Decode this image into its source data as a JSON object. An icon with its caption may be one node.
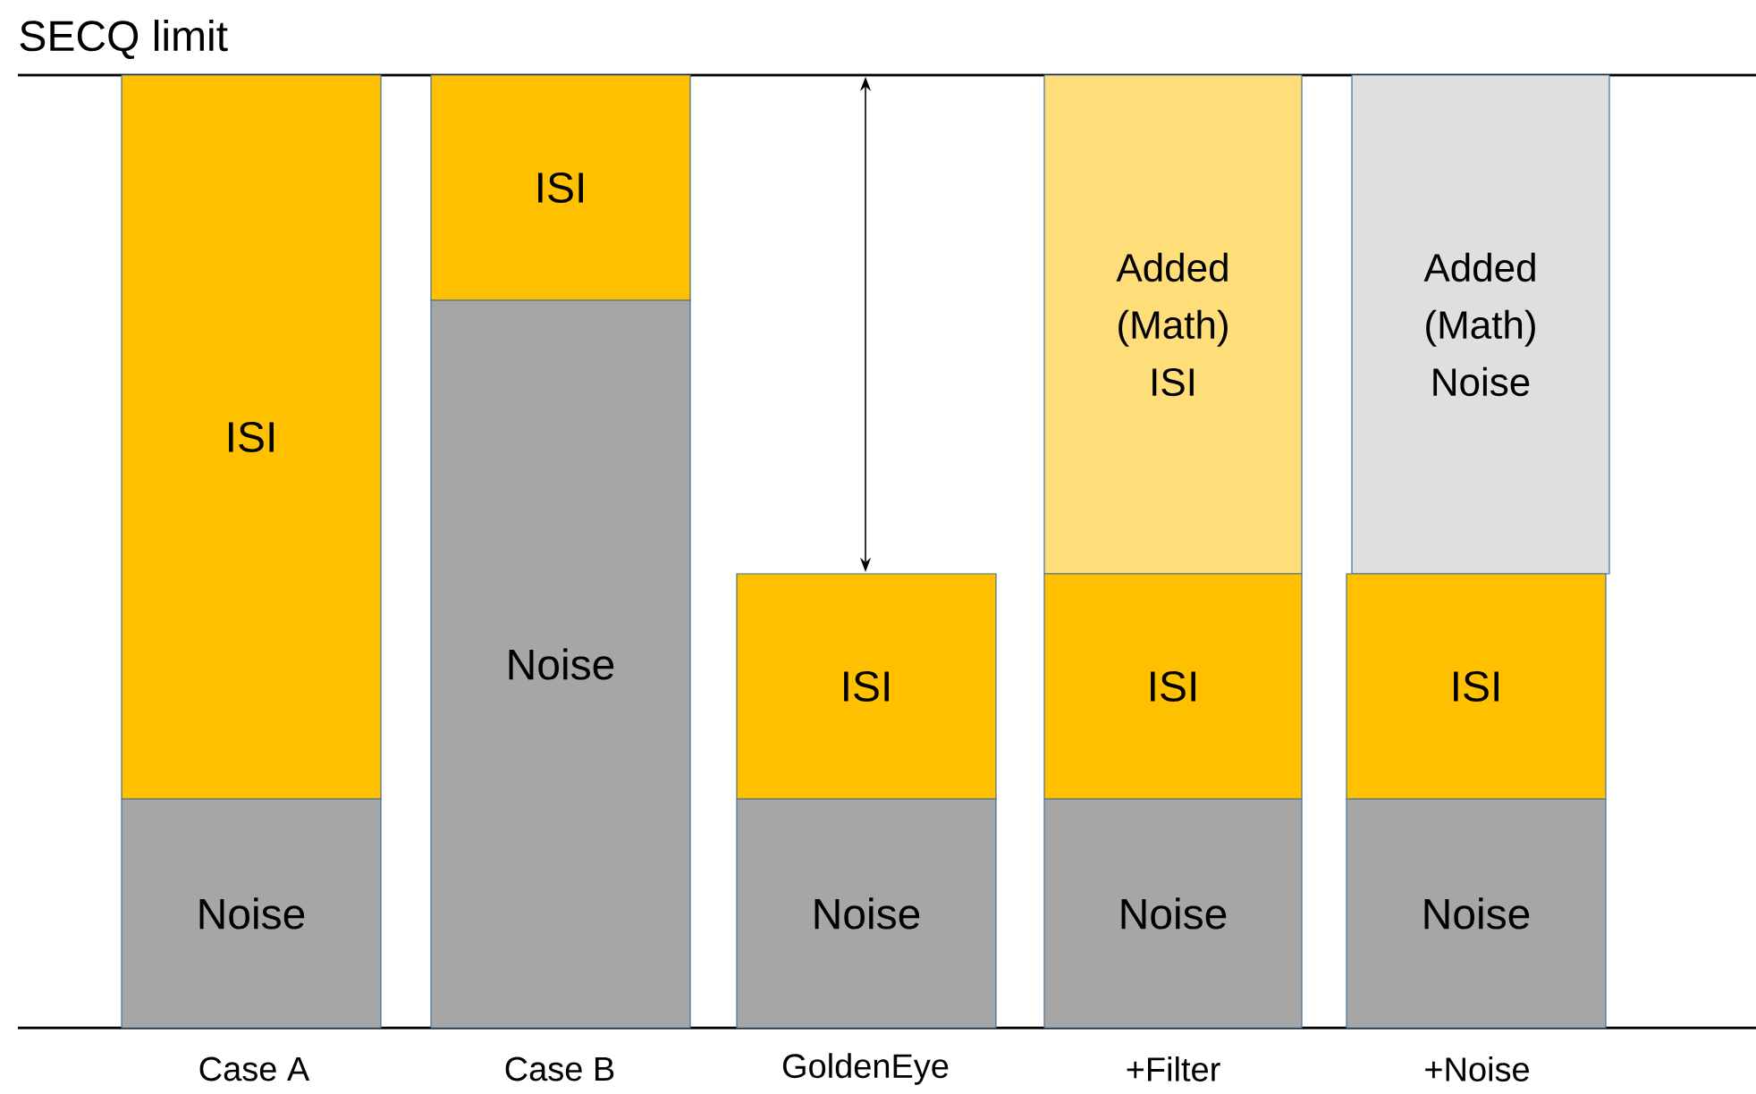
{
  "diagram": {
    "nodes": [
      {
        "text": [
          "ISI"
        ]
      },
      {
        "text": [
          "Noise"
        ]
      },
      {
        "text": [
          "ISI"
        ]
      },
      {
        "text": [
          "Noise"
        ]
      },
      {
        "text": [
          "ISI"
        ]
      },
      {
        "text": [
          "Noise"
        ]
      },
      {
        "text": [
          "Added (Math) ISI"
        ]
      },
      {
        "text": [
          "ISI"
        ]
      },
      {
        "text": [
          "Noise"
        ]
      },
      {
        "text": [
          "Added (Math) Noise"
        ]
      },
      {
        "text": [
          "ISI"
        ]
      },
      {
        "text": [
          "Noise"
        ]
      }
    ],
    "labels": [
      "SECQ limit",
      "Case A",
      "Case B",
      "GoldenEye",
      "+Filter",
      "+Noise"
    ]
  }
}
